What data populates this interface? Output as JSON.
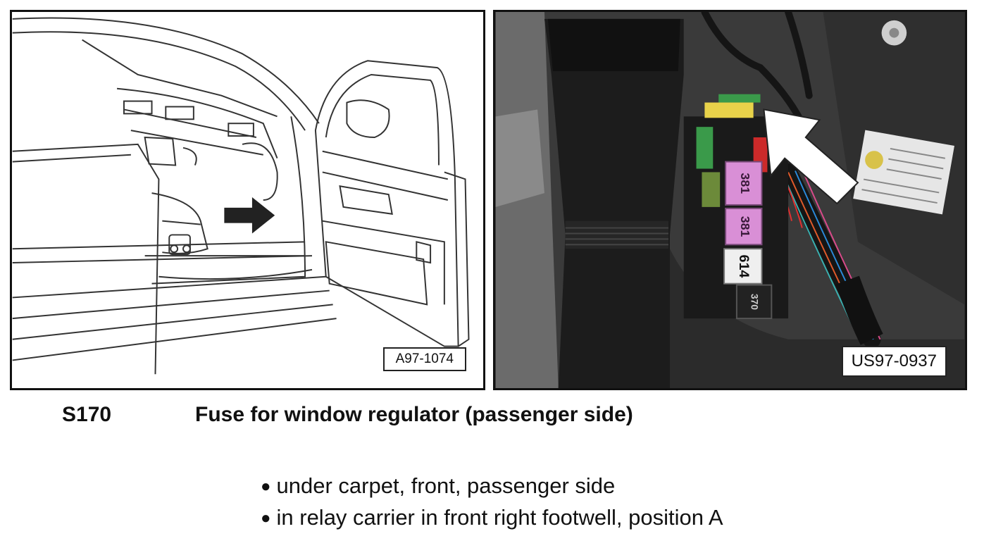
{
  "figures": {
    "left": {
      "reference": "A97-1074",
      "kind": "line-drawing"
    },
    "right": {
      "reference": "US97-0937",
      "kind": "photo",
      "relay_labels": [
        "381",
        "381",
        "614",
        "370"
      ]
    }
  },
  "component": {
    "id": "S170",
    "description": "Fuse for window regulator (passenger side)"
  },
  "locations": [
    "under carpet, front, passenger side",
    "in relay carrier in front right footwell, position A"
  ],
  "colors": {
    "border": "#111111",
    "relay_pink": "#d98fd6",
    "relay_white": "#efefef",
    "fuse_green": "#3a9a4a",
    "fuse_yellow": "#e8d24a"
  }
}
